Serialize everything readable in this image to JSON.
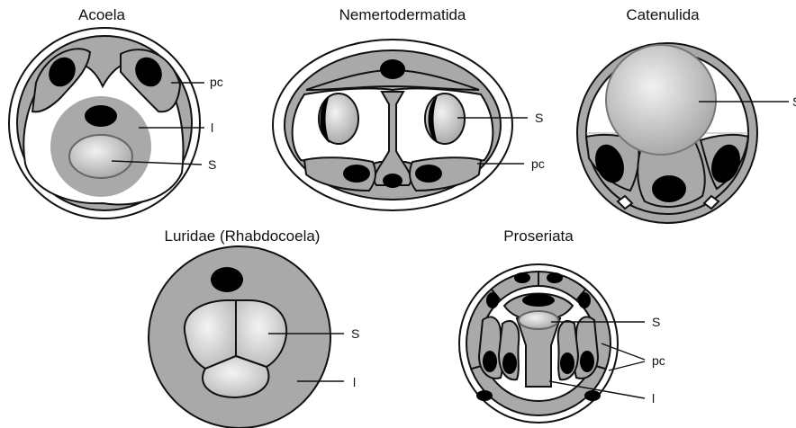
{
  "panels": {
    "acoela": {
      "title": "Acoela",
      "labels": {
        "pc": "pc",
        "l": "l",
        "s": "S"
      }
    },
    "nemertodermatida": {
      "title": "Nemertodermatida",
      "labels": {
        "s": "S",
        "pc": "pc"
      }
    },
    "catenulida": {
      "title": "Catenulida",
      "labels": {
        "s": "S"
      }
    },
    "luridae": {
      "title": "Luridae (Rhabdocoela)",
      "labels": {
        "s": "S",
        "l": "l"
      }
    },
    "proseriata": {
      "title": "Proseriata",
      "labels": {
        "s": "S",
        "pc": "pc",
        "l": "l"
      }
    }
  },
  "colors": {
    "cytoplasm": "#a9a9a9",
    "nucleus": "#000000",
    "outline": "#111111",
    "background": "#ffffff"
  }
}
